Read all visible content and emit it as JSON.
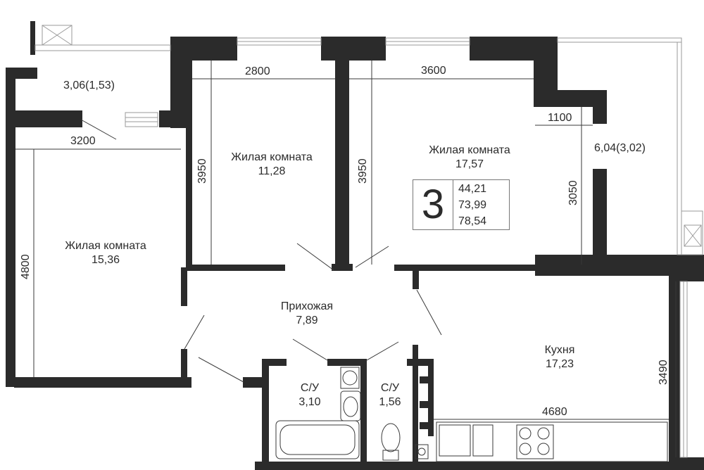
{
  "apartment": {
    "rooms_count": "3",
    "area_living": "44,21",
    "area_total": "73,99",
    "area_with_balcony": "78,54"
  },
  "rooms": {
    "balcony_left": {
      "area": "3,06(1,53)"
    },
    "bedroom_left": {
      "name": "Жилая комната",
      "area": "15,36"
    },
    "bedroom_middle": {
      "name": "Жилая комната",
      "area": "11,28"
    },
    "bedroom_right": {
      "name": "Жилая комната",
      "area": "17,57"
    },
    "balcony_right": {
      "area": "6,04(3,02)"
    },
    "hallway": {
      "name": "Прихожая",
      "area": "7,89"
    },
    "bathroom_1": {
      "name": "С/У",
      "area": "3,10"
    },
    "bathroom_2": {
      "name": "С/У",
      "area": "1,56"
    },
    "kitchen": {
      "name": "Кухня",
      "area": "17,23"
    }
  },
  "dimensions": {
    "d3200": "3200",
    "d4800": "4800",
    "d2800": "2800",
    "d3950a": "3950",
    "d3600": "3600",
    "d3950b": "3950",
    "d1100": "1100",
    "d3050": "3050",
    "d4680": "4680",
    "d3490": "3490"
  },
  "colors": {
    "wall": "#2b2b2b",
    "line": "#3a3a3a",
    "window": "#9a9a9a"
  }
}
